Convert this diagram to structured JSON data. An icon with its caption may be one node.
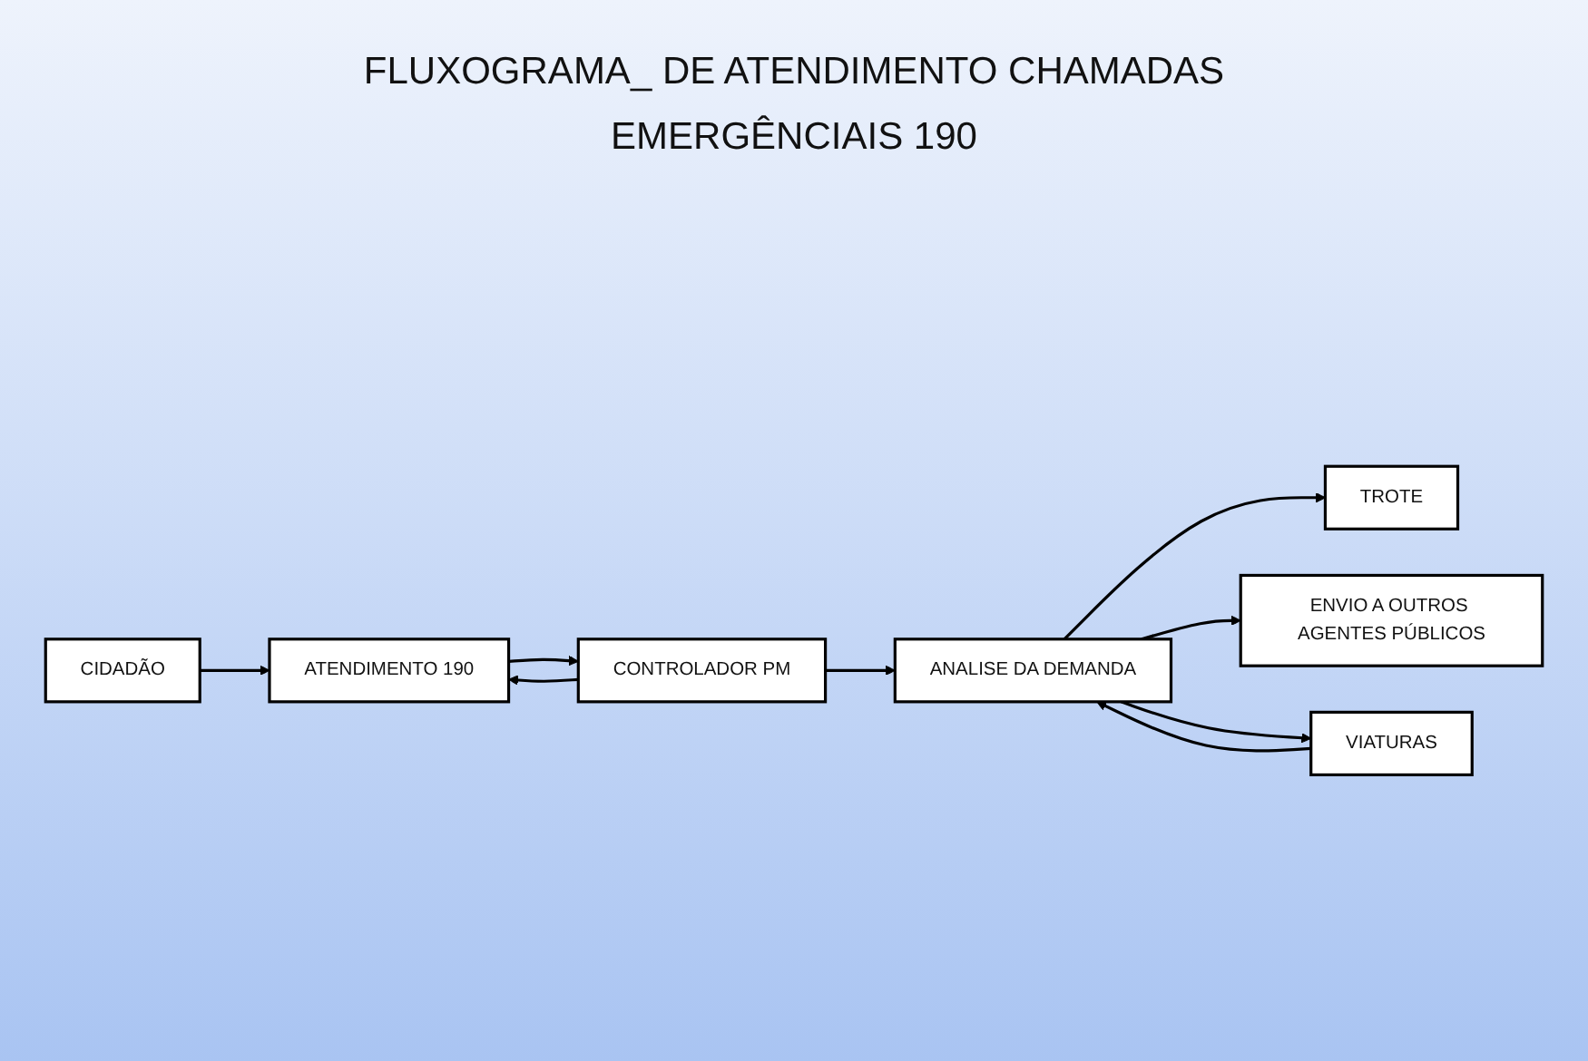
{
  "diagram": {
    "title": "FLUXOGRAMA_ DE ATENDIMENTO CHAMADAS EMERGÊNCIAIS 190",
    "nodes": [
      {
        "text": [
          "CIDADÃO"
        ]
      },
      {
        "text": [
          "ATENDIMENTO 190"
        ]
      },
      {
        "text": [
          "CONTROLADOR PM"
        ]
      },
      {
        "text": [
          "TROTE"
        ]
      },
      {
        "text": [
          "ANALISE DA DEMANDA"
        ]
      },
      {
        "text": [
          "ENVIO A OUTROS AGENTES PÚBLICOS"
        ]
      },
      {
        "text": [
          "VIATURAS"
        ]
      }
    ],
    "edges": [
      {
        "from": 0,
        "to": 1,
        "arrow": "to"
      },
      {
        "from": 2,
        "to": 1,
        "arrow": "to"
      },
      {
        "from": 1,
        "to": 2,
        "arrow": "to"
      },
      {
        "from": 2,
        "to": 4,
        "arrow": "to"
      },
      {
        "from": 4,
        "to": 3,
        "arrow": "to"
      },
      {
        "from": 4,
        "to": 5,
        "arrow": "to"
      },
      {
        "from": 4,
        "to": 6,
        "arrow": "to"
      },
      {
        "from": 6,
        "to": 4,
        "arrow": "to"
      }
    ]
  }
}
